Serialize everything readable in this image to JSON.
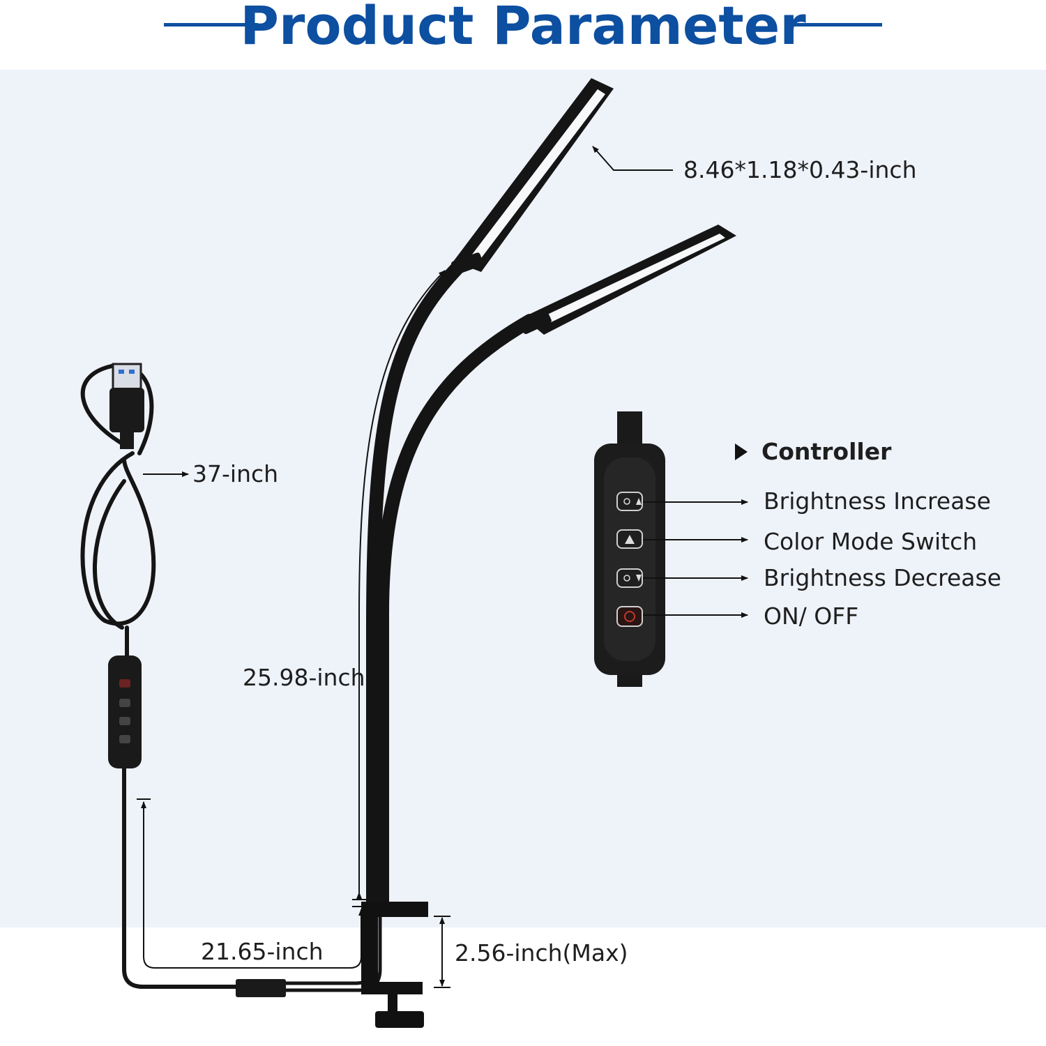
{
  "header": {
    "title": "Product Parameter",
    "accent_color": "#0d4fa0"
  },
  "dimensions": {
    "head_size": "8.46*1.18*0.43-inch",
    "cable_length": "37-inch",
    "gooseneck_height": "25.98-inch",
    "base_length": "21.65-inch",
    "clamp_opening": "2.56-inch(Max)"
  },
  "controller": {
    "heading": "Controller",
    "buttons": [
      {
        "label": "Brightness Increase",
        "icon": "brightness-up-icon"
      },
      {
        "label": "Color Mode Switch",
        "icon": "color-mode-icon"
      },
      {
        "label": "Brightness Decrease",
        "icon": "brightness-down-icon"
      },
      {
        "label": "ON/ OFF",
        "icon": "power-icon"
      }
    ]
  },
  "colors": {
    "background_panel": "#eef2f9",
    "product_body": "#1a1a1a",
    "power_button": "#c0392b"
  }
}
